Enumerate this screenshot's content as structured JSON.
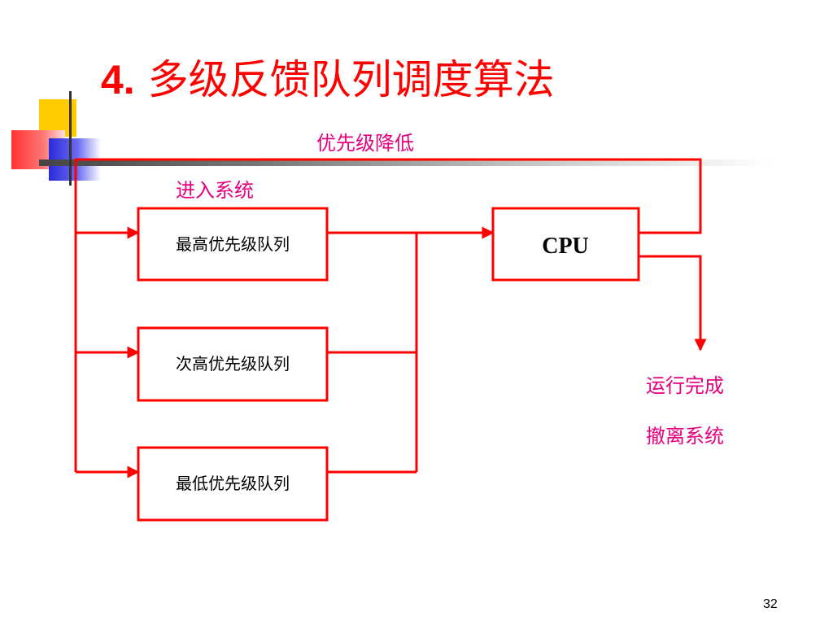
{
  "slide": {
    "title_number": "4.",
    "title_text": "多级反馈队列调度算法",
    "page_number": "32"
  },
  "diagram": {
    "colors": {
      "accent": "#ff0000",
      "label": "#e6007e",
      "box_text": "#000000"
    },
    "labels": {
      "priority_lowered": "优先级降低",
      "enter_system": "进入系统",
      "run_complete": "运行完成",
      "exit_system": "撤离系统"
    },
    "queues": [
      "最高优先级队列",
      "次高优先级队列",
      "最低优先级队列"
    ],
    "cpu": "CPU"
  }
}
